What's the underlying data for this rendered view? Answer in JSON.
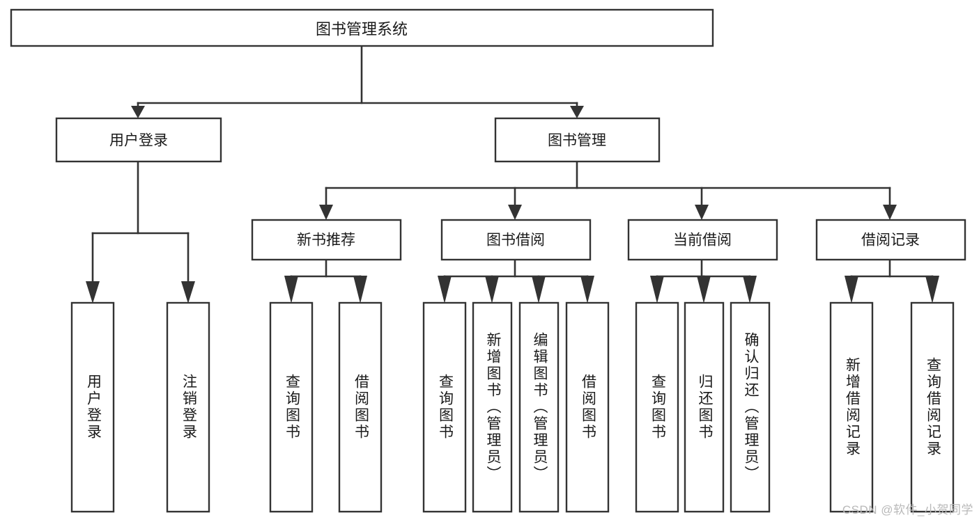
{
  "diagram": {
    "title": "图书管理系统",
    "type": "tree",
    "watermark": "CSDN @软件_小贺同学",
    "colors": {
      "background": "#ffffff",
      "box_stroke": "#333333",
      "box_fill": "#ffffff",
      "text": "#1a1a1a",
      "watermark": "#b9b9b9"
    },
    "root": {
      "label": "图书管理系统"
    },
    "level1": [
      {
        "label": "用户登录"
      },
      {
        "label": "图书管理"
      }
    ],
    "level2": [
      {
        "label": "新书推荐"
      },
      {
        "label": "图书借阅"
      },
      {
        "label": "当前借阅"
      },
      {
        "label": "借阅记录"
      }
    ],
    "leaves": {
      "user_login": [
        {
          "label": "用户登录"
        },
        {
          "label": "注销登录"
        }
      ],
      "new_book": [
        {
          "label": "查询图书"
        },
        {
          "label": "借阅图书"
        }
      ],
      "book_borrow": [
        {
          "label": "查询图书"
        },
        {
          "label": "新增图书（管理员）"
        },
        {
          "label": "编辑图书（管理员）"
        },
        {
          "label": "借阅图书"
        }
      ],
      "current_borrow": [
        {
          "label": "查询图书"
        },
        {
          "label": "归还图书"
        },
        {
          "label": "确认归还（管理员）"
        }
      ],
      "borrow_record": [
        {
          "label": "新增借阅记录"
        },
        {
          "label": "查询借阅记录"
        }
      ]
    }
  }
}
